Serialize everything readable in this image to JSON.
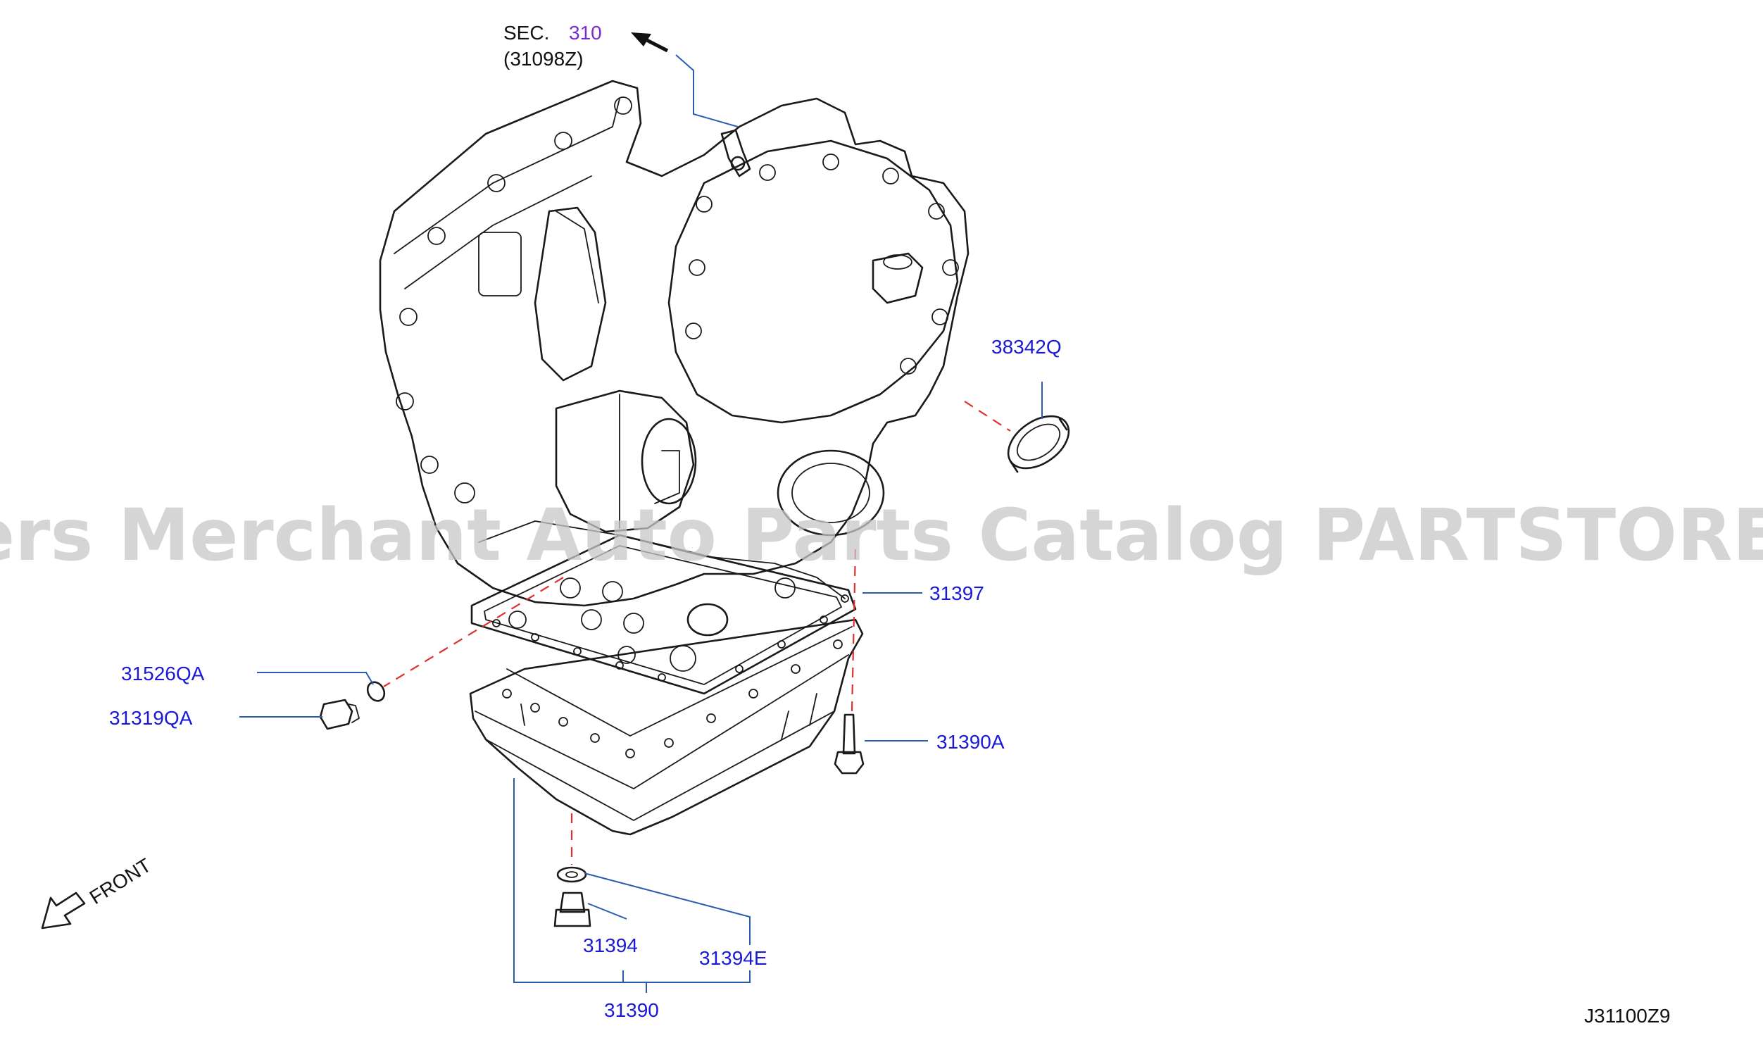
{
  "diagram": {
    "section_ref": {
      "prefix": "SEC.",
      "number": "310",
      "sub": "(31098Z)"
    },
    "parts": [
      {
        "id": "38342Q",
        "label": "38342Q"
      },
      {
        "id": "31397",
        "label": "31397"
      },
      {
        "id": "31526QA",
        "label": "31526QA"
      },
      {
        "id": "31319QA",
        "label": "31319QA"
      },
      {
        "id": "31390A",
        "label": "31390A"
      },
      {
        "id": "31394",
        "label": "31394"
      },
      {
        "id": "31394E",
        "label": "31394E"
      },
      {
        "id": "31390",
        "label": "31390"
      }
    ],
    "front_label": "FRONT",
    "drawing_code": "J31100Z9"
  },
  "watermark": "Offers Merchant Auto Parts Catalog PARTSTORE.SA",
  "colors": {
    "part_label": "#1a1ad6",
    "section_number": "#7a2ad6",
    "leader": "#2a5db0",
    "dashed_guide": "#e03030"
  }
}
